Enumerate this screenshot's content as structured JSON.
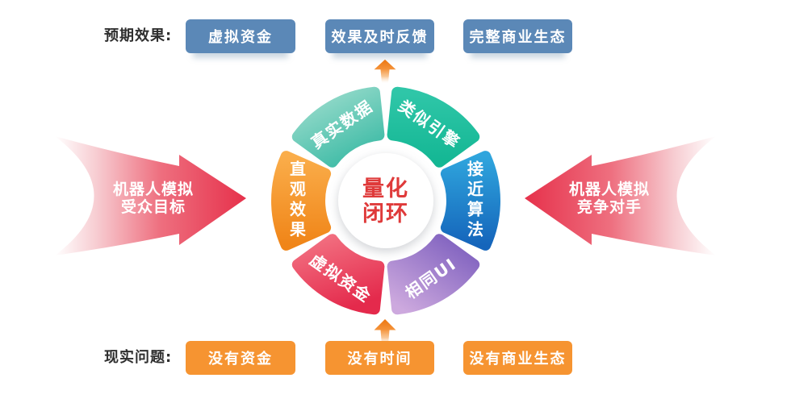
{
  "palette": {
    "top_button_blue": "#5B88B7",
    "bottom_button_orange": "#F69431",
    "big_arrow_red": "#E6314B",
    "connector_arrow_orange": "#EC7610",
    "center_text_red": "#DF3A3A",
    "label_text": "#2F2F2F"
  },
  "expected_row": {
    "label": "预期效果:",
    "items": [
      "虚拟资金",
      "效果及时反馈",
      "完整商业生态"
    ]
  },
  "reality_row": {
    "label": "现实问题:",
    "items": [
      "没有资金",
      "没有时间",
      "没有商业生态"
    ]
  },
  "ring": {
    "center": {
      "line1": "量化",
      "line2": "闭环"
    },
    "segments": [
      {
        "label": "真实数据",
        "color_from": "#A3DFD0",
        "color_to": "#43BDA8"
      },
      {
        "label": "类似引擎",
        "color_from": "#2FC6A8",
        "color_to": "#14B794"
      },
      {
        "label": "接近算法",
        "color_from": "#2FA5DD",
        "color_to": "#1565BB"
      },
      {
        "label": "相同UI",
        "color_from": "#7D5FBE",
        "color_to": "#CDA9DE"
      },
      {
        "label": "虚拟资金",
        "color_from": "#F26F80",
        "color_to": "#E42A4C"
      },
      {
        "label": "直观效果",
        "color_from": "#FAAD4A",
        "color_to": "#F08518"
      }
    ]
  },
  "left_arrow": {
    "line1": "机器人模拟",
    "line2": "受众目标"
  },
  "right_arrow": {
    "line1": "机器人模拟",
    "line2": "竞争对手"
  }
}
